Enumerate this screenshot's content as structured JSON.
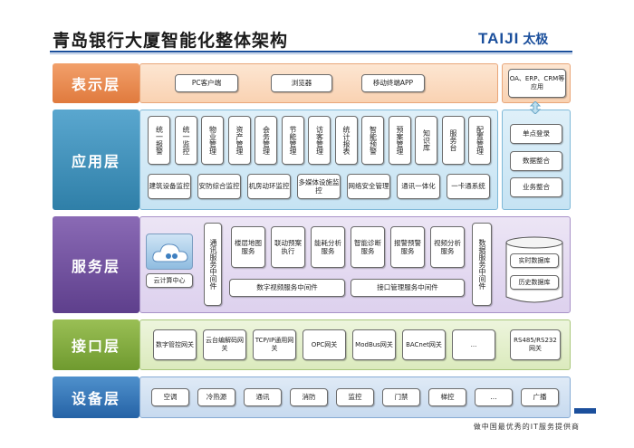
{
  "title": "青岛银行大厦智能化整体架构",
  "logo": {
    "en": "TAIJI",
    "cn": "太极"
  },
  "footer": "做中国最优秀的IT服务提供商",
  "colors": {
    "presentation": "#e98b52",
    "application": "#3d8fb8",
    "service": "#6f4f9b",
    "interface": "#7ea53c",
    "device": "#2f74b5"
  },
  "layers": {
    "presentation": {
      "label": "表示层",
      "items": [
        "PC客户端",
        "浏览器",
        "移动终端APP"
      ],
      "side": "OA、ERP、CRM等应用"
    },
    "application": {
      "label": "应用层",
      "row1": [
        "统一报警",
        "统一监控",
        "物业管理",
        "资产管理",
        "会务管理",
        "节能管理",
        "访客管理",
        "统计报表",
        "智能预警",
        "预案管理",
        "知识库",
        "服务台",
        "配置管理"
      ],
      "row2": [
        "建筑设备监控",
        "安防综合监控",
        "机房动环监控",
        "多媒体设施监控",
        "网络安全管理",
        "通讯一体化",
        "一卡通系统"
      ],
      "side": [
        "单点登录",
        "数据整合",
        "业务整合"
      ]
    },
    "service": {
      "label": "服务层",
      "cloud": "云计算中心",
      "vertical1": "通讯服务中间件",
      "items": [
        "楼层地图服务",
        "联动预案执行",
        "能耗分析服务",
        "智能诊断服务",
        "报警预警服务",
        "视频分析服务"
      ],
      "video_mw": "数字视频服务中间件",
      "iface_mw": "接口管理服务中间件",
      "vertical2": "数据服务中间件",
      "db1": "实时数据库",
      "db2": "历史数据库"
    },
    "interface": {
      "label": "接口层",
      "items": [
        "数字管控网关",
        "云台编解码网关",
        "TCP/IP通用网关",
        "OPC网关",
        "ModBus网关",
        "BACnet网关",
        "...",
        "RS485/RS232网关"
      ]
    },
    "device": {
      "label": "设备层",
      "items": [
        "空调",
        "冷热源",
        "通讯",
        "消防",
        "监控",
        "门禁",
        "梯控",
        "...",
        "广播"
      ]
    }
  }
}
